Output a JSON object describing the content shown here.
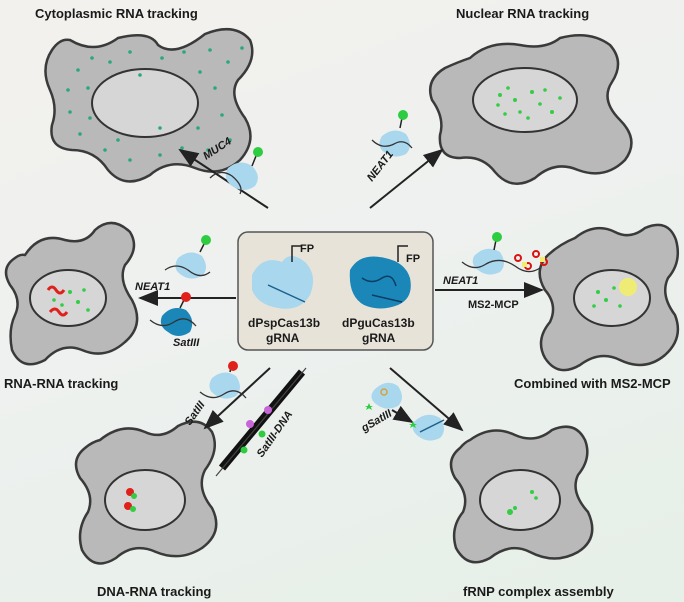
{
  "panels": {
    "cytoplasmic": "Cytoplasmic RNA tracking",
    "nuclear": "Nuclear RNA tracking",
    "rna_rna": "RNA-RNA tracking",
    "ms2": "Combined with MS2-MCP",
    "dna_rna": "DNA-RNA tracking",
    "frnp": "fRNP complex assembly"
  },
  "center": {
    "fp_left": "FP",
    "fp_right": "FP",
    "protein_left_line1": "dPspCas13b",
    "protein_left_line2": "gRNA",
    "protein_right_line1": "dPguCas13b",
    "protein_right_line2": "gRNA"
  },
  "arrow_labels": {
    "muc4": "MUC4",
    "neat1_top": "NEAT1",
    "neat1_left": "NEAT1",
    "satiii_left": "SatIII",
    "neat1_right": "NEAT1",
    "ms2_mcp": "MS2-MCP",
    "satiii_bottom": "SatIII",
    "satiii_dna": "SatIII-DNA",
    "gsatiii": "gSatIII"
  },
  "colors": {
    "cell_fill": "#b9b9b9",
    "cas_light": "#a9d7ee",
    "cas_dark": "#1b86b8",
    "fp_green": "#2ecc40",
    "red": "#e0201b",
    "yellow": "#f2ee6a"
  }
}
